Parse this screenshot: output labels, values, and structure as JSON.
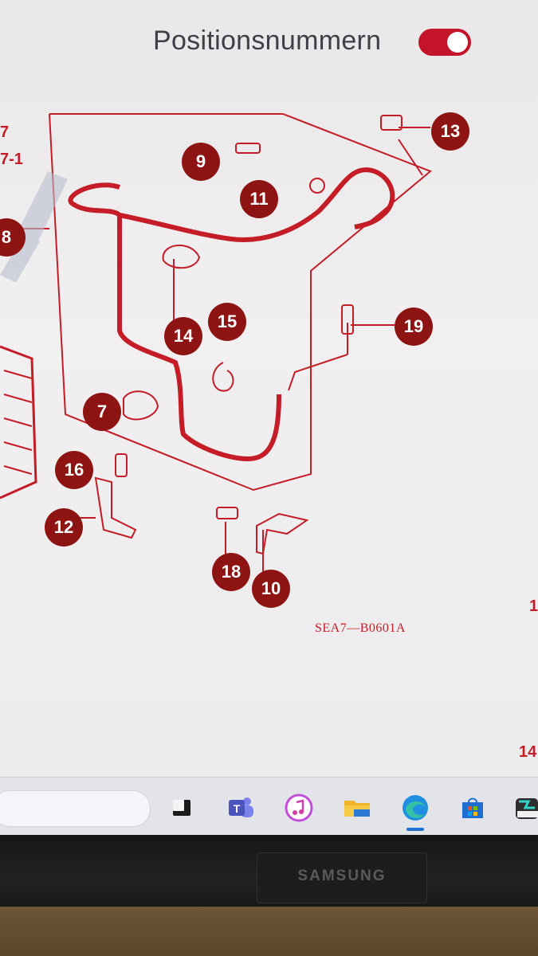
{
  "header": {
    "title": "Positionsnummern",
    "toggle_on": true
  },
  "diagram": {
    "code": "SEA7—B0601A",
    "side_labels": [
      "7",
      "7-1",
      "8",
      "1",
      "14"
    ],
    "callouts": [
      "13",
      "9",
      "11",
      "14",
      "15",
      "19",
      "7",
      "16",
      "12",
      "18",
      "10"
    ]
  },
  "taskbar": {
    "icons": [
      "task-view-icon",
      "teams-icon",
      "itunes-icon",
      "file-explorer-icon",
      "edge-icon",
      "store-icon",
      "app-icon"
    ]
  },
  "monitor": {
    "brand": "SAMSUNG"
  },
  "colors": {
    "accent": "#c3142a",
    "badge": "#8e1414",
    "line": "#c41d27"
  }
}
